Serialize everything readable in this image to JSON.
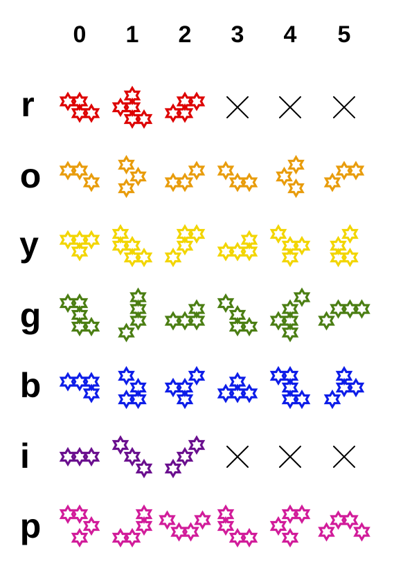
{
  "columns": [
    "0",
    "1",
    "2",
    "3",
    "4",
    "5"
  ],
  "rows": [
    {
      "label": "r",
      "color": "#dd0000",
      "shapes": [
        [
          [
            0,
            0
          ],
          [
            1,
            0
          ],
          [
            1,
            1
          ],
          [
            2,
            1
          ]
        ],
        [
          [
            1,
            0
          ],
          [
            1,
            1
          ],
          [
            0,
            1
          ],
          [
            2,
            2
          ],
          [
            1,
            2
          ]
        ],
        [
          [
            1,
            0
          ],
          [
            2,
            0
          ],
          [
            1,
            1
          ],
          [
            0,
            1
          ]
        ],
        null,
        null,
        null
      ]
    },
    {
      "label": "o",
      "color": "#e89c0c",
      "shapes": [
        [
          [
            0,
            0
          ],
          [
            1,
            0
          ],
          [
            2,
            1
          ]
        ],
        [
          [
            0,
            0
          ],
          [
            1,
            1
          ],
          [
            0,
            2
          ]
        ],
        [
          [
            0,
            1
          ],
          [
            1,
            1
          ],
          [
            2,
            0
          ]
        ],
        [
          [
            0,
            0
          ],
          [
            1,
            1
          ],
          [
            2,
            1
          ]
        ],
        [
          [
            1,
            0
          ],
          [
            0,
            1
          ],
          [
            1,
            2
          ]
        ],
        [
          [
            0,
            1
          ],
          [
            1,
            0
          ],
          [
            2,
            0
          ]
        ]
      ]
    },
    {
      "label": "y",
      "color": "#f2d500",
      "shapes": [
        [
          [
            0,
            0
          ],
          [
            1,
            0
          ],
          [
            2,
            0
          ],
          [
            1,
            1
          ]
        ],
        [
          [
            0,
            0
          ],
          [
            0,
            1
          ],
          [
            1,
            1
          ],
          [
            1,
            2
          ],
          [
            2,
            2
          ]
        ],
        [
          [
            1,
            0
          ],
          [
            2,
            0
          ],
          [
            1,
            1
          ],
          [
            0,
            2
          ]
        ],
        [
          [
            2,
            0
          ],
          [
            2,
            1
          ],
          [
            1,
            1
          ],
          [
            0,
            1
          ]
        ],
        [
          [
            0,
            0
          ],
          [
            1,
            1
          ],
          [
            2,
            1
          ],
          [
            1,
            2
          ]
        ],
        [
          [
            2,
            0
          ],
          [
            1,
            1
          ],
          [
            1,
            2
          ],
          [
            2,
            2
          ]
        ]
      ]
    },
    {
      "label": "g",
      "color": "#4b7e13",
      "shapes": [
        [
          [
            0,
            0
          ],
          [
            1,
            0
          ],
          [
            1,
            1
          ],
          [
            1,
            2
          ],
          [
            2,
            2
          ]
        ],
        [
          [
            1,
            0
          ],
          [
            1,
            1
          ],
          [
            1,
            2
          ],
          [
            0,
            3
          ]
        ],
        [
          [
            0,
            2
          ],
          [
            1,
            2
          ],
          [
            2,
            2
          ],
          [
            2,
            1
          ]
        ],
        [
          [
            0,
            0
          ],
          [
            1,
            1
          ],
          [
            1,
            2
          ],
          [
            2,
            2
          ]
        ],
        [
          [
            2,
            0
          ],
          [
            1,
            1
          ],
          [
            1,
            2
          ],
          [
            0,
            2
          ],
          [
            1,
            3
          ]
        ],
        [
          [
            0,
            2
          ],
          [
            1,
            1
          ],
          [
            2,
            1
          ],
          [
            3,
            1
          ]
        ]
      ]
    },
    {
      "label": "b",
      "color": "#0d1de8",
      "shapes": [
        [
          [
            0,
            0
          ],
          [
            1,
            0
          ],
          [
            2,
            0
          ],
          [
            2,
            1
          ]
        ],
        [
          [
            0,
            0
          ],
          [
            1,
            1
          ],
          [
            0,
            2
          ],
          [
            1,
            2
          ]
        ],
        [
          [
            2,
            0
          ],
          [
            1,
            1
          ],
          [
            0,
            1
          ],
          [
            1,
            2
          ]
        ],
        [
          [
            1,
            0
          ],
          [
            0,
            1
          ],
          [
            1,
            1
          ],
          [
            2,
            1
          ]
        ],
        [
          [
            0,
            0
          ],
          [
            1,
            0
          ],
          [
            1,
            1
          ],
          [
            1,
            2
          ],
          [
            2,
            2
          ]
        ],
        [
          [
            1,
            0
          ],
          [
            1,
            1
          ],
          [
            2,
            1
          ],
          [
            0,
            2
          ]
        ]
      ]
    },
    {
      "label": "i",
      "color": "#6a0f8e",
      "shapes": [
        [
          [
            0,
            0
          ],
          [
            1,
            0
          ],
          [
            2,
            0
          ]
        ],
        [
          [
            0,
            0
          ],
          [
            1,
            1
          ],
          [
            2,
            2
          ]
        ],
        [
          [
            2,
            0
          ],
          [
            1,
            1
          ],
          [
            0,
            2
          ]
        ],
        null,
        null,
        null
      ]
    },
    {
      "label": "p",
      "color": "#d11c9a",
      "shapes": [
        [
          [
            0,
            0
          ],
          [
            1,
            0
          ],
          [
            2,
            1
          ],
          [
            1,
            2
          ]
        ],
        [
          [
            2,
            0
          ],
          [
            2,
            1
          ],
          [
            1,
            2
          ],
          [
            0,
            2
          ]
        ],
        [
          [
            0,
            0
          ],
          [
            1,
            1
          ],
          [
            2,
            1
          ],
          [
            3,
            0
          ]
        ],
        [
          [
            0,
            0
          ],
          [
            0,
            1
          ],
          [
            1,
            2
          ],
          [
            2,
            2
          ]
        ],
        [
          [
            2,
            0
          ],
          [
            1,
            0
          ],
          [
            0,
            1
          ],
          [
            1,
            2
          ]
        ],
        [
          [
            0,
            1
          ],
          [
            1,
            0
          ],
          [
            2,
            0
          ],
          [
            3,
            1
          ]
        ]
      ]
    }
  ]
}
